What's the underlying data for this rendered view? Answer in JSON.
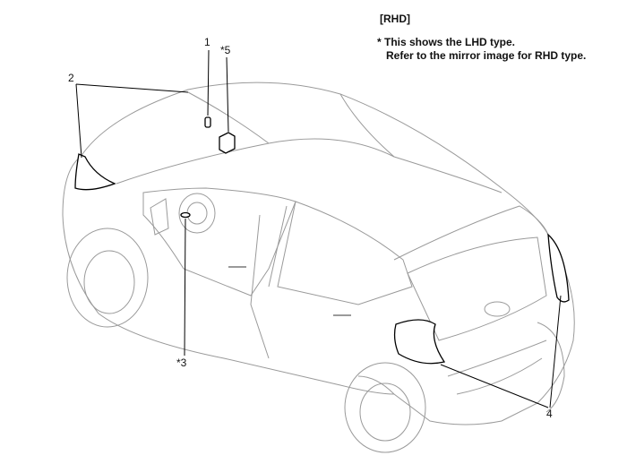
{
  "note": {
    "title": "[RHD]",
    "line1": "* This shows the LHD type.",
    "line2": "Refer to the mirror image for RHD type."
  },
  "callouts": {
    "c1": "1",
    "c2": "2",
    "c3": "*3",
    "c4": "4",
    "c5": "*5"
  }
}
